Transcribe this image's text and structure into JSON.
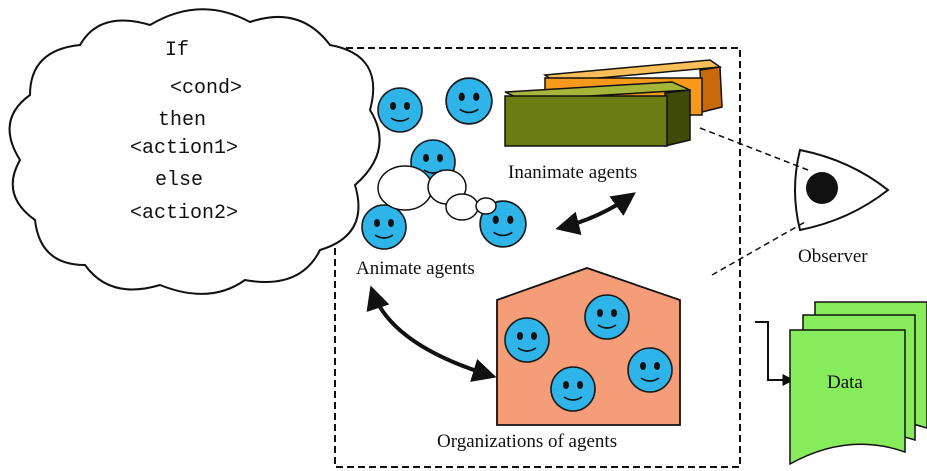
{
  "thought_bubble": {
    "lines": [
      "If",
      "<cond>",
      "then",
      "<action1>",
      "else",
      "<action2>"
    ]
  },
  "labels": {
    "inanimate_agents": "Inanimate agents",
    "animate_agents": "Animate agents",
    "organizations": "Organizations of agents",
    "observer": "Observer",
    "data": "Data"
  },
  "colors": {
    "face": "#2fb4ea",
    "organization_house": "#f59c78",
    "box_orange": "#f79a1c",
    "box_olive": "#6b7d12",
    "data_doc": "#86ec5c"
  }
}
